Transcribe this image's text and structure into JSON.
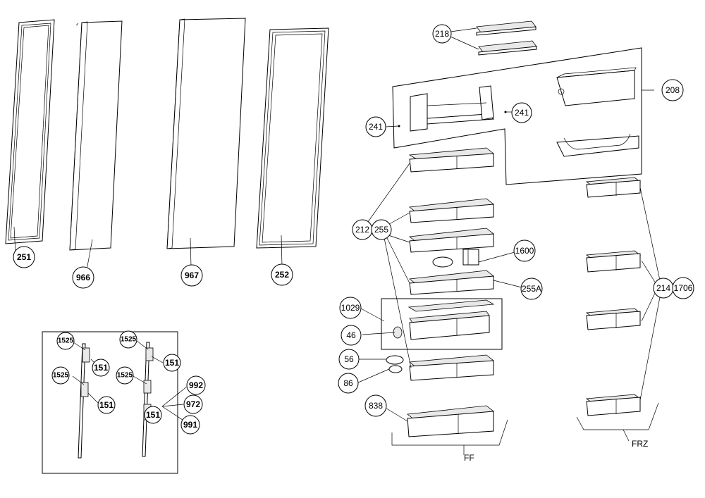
{
  "labels": {
    "p251": "251",
    "p966": "966",
    "p967": "967",
    "p252": "252",
    "p218": "218",
    "p208": "208",
    "p241a": "241",
    "p241b": "241",
    "p212": "212",
    "p255": "255",
    "p1600": "1600",
    "p255A": "255A",
    "p1029": "1029",
    "p46": "46",
    "p56": "56",
    "p86": "86",
    "p838": "838",
    "p214": "214",
    "p1706": "1706",
    "ff": "FF",
    "frz": "FRZ",
    "p1525a": "1525",
    "p1525b": "1525",
    "p1525c": "1525",
    "p1525d": "1525",
    "p151a": "151",
    "p151b": "151",
    "p151c": "151",
    "p151d": "151",
    "p992": "992",
    "p972": "972",
    "p991": "991"
  }
}
